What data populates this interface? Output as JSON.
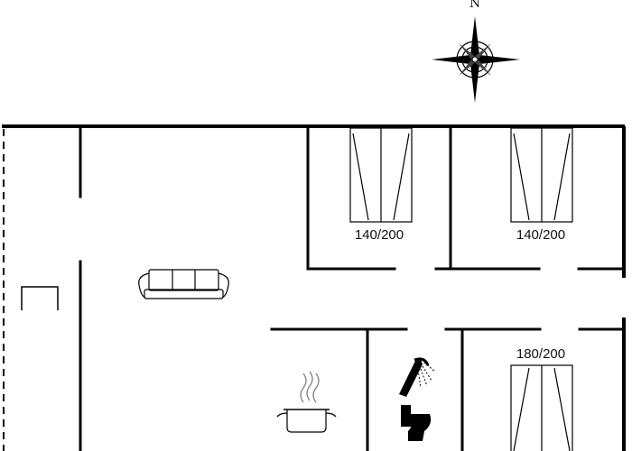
{
  "compass": {
    "north_label": "N"
  },
  "rooms": {
    "bedroom_1": {
      "bed_size": "140/200"
    },
    "bedroom_2": {
      "bed_size": "140/200"
    },
    "bedroom_3": {
      "bed_size": "180/200"
    }
  },
  "icons": [
    "compass-rose-icon",
    "sofa-icon",
    "cooking-pot-icon",
    "shower-icon",
    "toilet-icon",
    "bed-icon",
    "chair-icon"
  ]
}
